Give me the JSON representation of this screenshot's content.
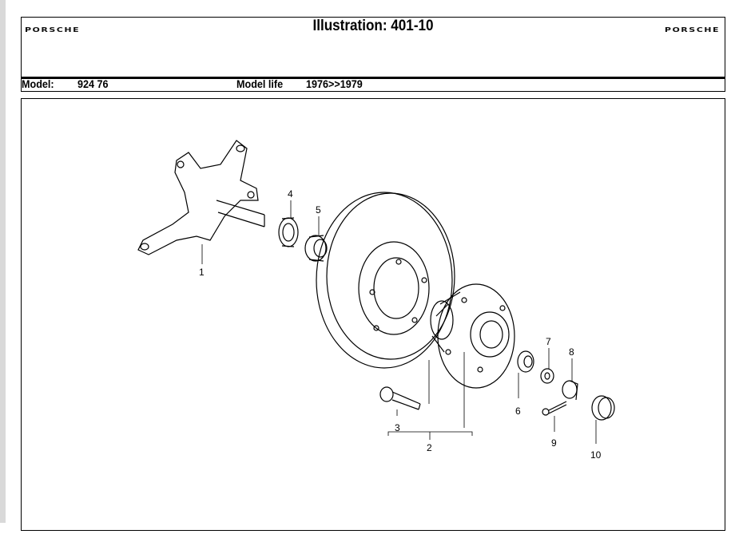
{
  "header": {
    "logo_left": "PORSCHE",
    "logo_right": "PORSCHE",
    "title": "Illustration: 401-10"
  },
  "model_row": {
    "model_label": "Model:",
    "model_value": "924 76",
    "life_label": "Model life",
    "life_value": "1976>>1979"
  },
  "callouts": [
    "1",
    "2",
    "3",
    "4",
    "5",
    "6",
    "7",
    "8",
    "9",
    "10"
  ]
}
